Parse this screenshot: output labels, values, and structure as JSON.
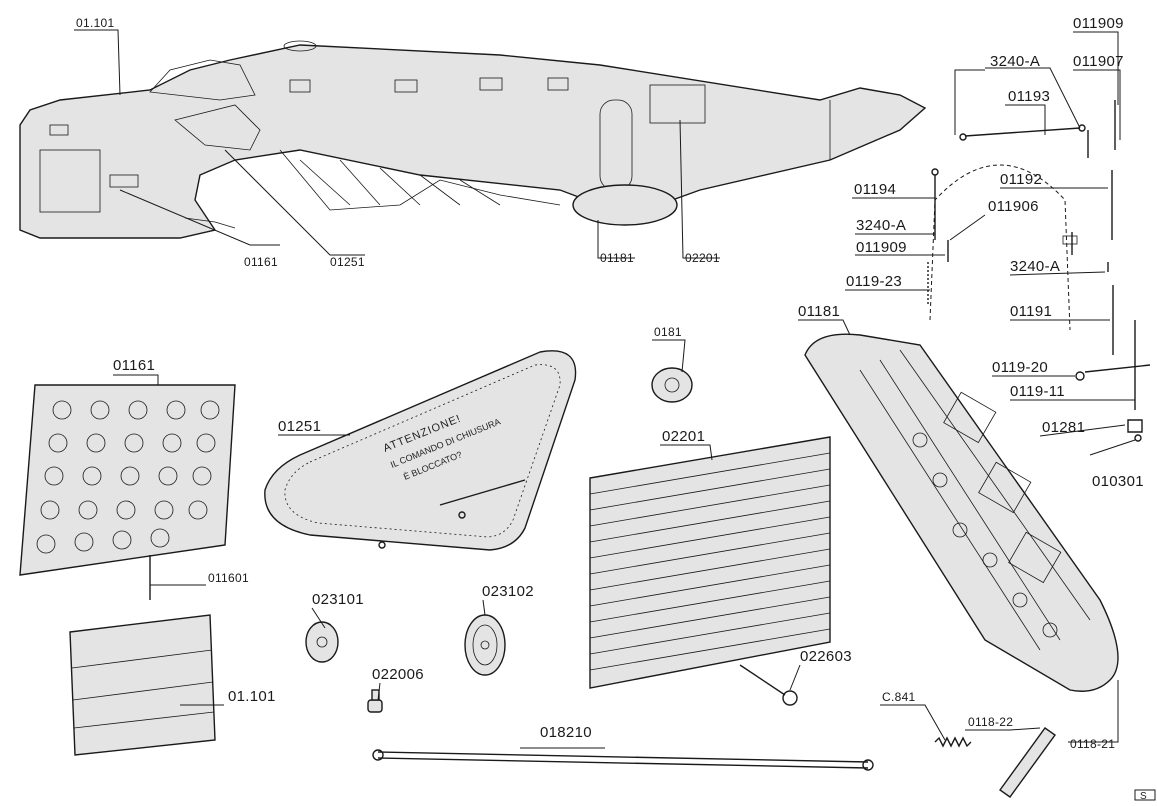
{
  "labels": {
    "fuselage": "01.101",
    "fuselage_panel_a": "01161",
    "fuselage_panel_b": "01251",
    "fuselage_bottom": "01181",
    "fuselage_louver": "02201",
    "rod_top_a": "011909",
    "rod_top_b": "011907",
    "rod_3240a_top": "3240-A",
    "rod_01193": "01193",
    "rod_01194": "01194",
    "rod_01192": "01192",
    "rod_3240a_mid": "3240-A",
    "rod_011906": "011906",
    "rod_011909_b": "011909",
    "rod_3240a_low": "3240-A",
    "spring_0119_23": "0119-23",
    "rod_01191": "01191",
    "rod_0119_20": "0119-20",
    "rod_0119_11": "0119-11",
    "bolt_01281": "01281",
    "nut_010301": "010301",
    "panel_01161": "01161",
    "panel_011601": "011601",
    "panel_01251": "01251",
    "wheel_0181": "0181",
    "louver_02201": "02201",
    "shell_01181": "01181",
    "pulley_023101": "023101",
    "pulley_023102": "023102",
    "frame_01101": "01.101",
    "knob_022006": "022006",
    "pin_022603": "022603",
    "rod_018210": "018210",
    "spring_c841": "C.841",
    "tube_0118_22": "0118-22",
    "shell_0118_21": "0118-21"
  },
  "warning_plate": {
    "line1": "ATTENZIONE!",
    "line2": "IL COMANDO DI CHIUSURA",
    "line3": "È BLOCCATO?"
  },
  "corner_mark": "S"
}
